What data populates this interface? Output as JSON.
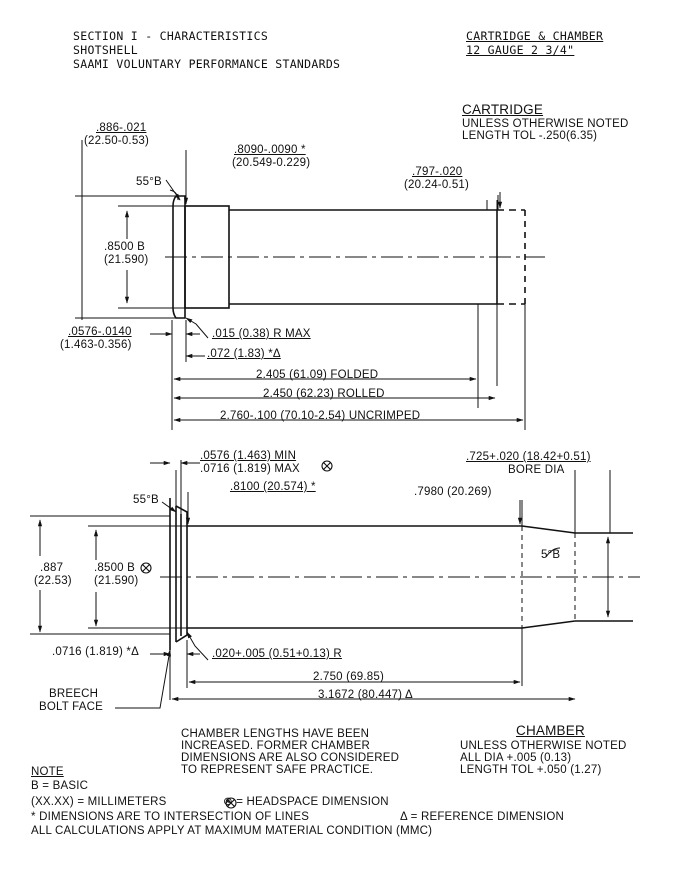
{
  "header": {
    "line1": "SECTION I - CHARACTERISTICS",
    "line2": "SHOTSHELL",
    "line3": "SAAMI VOLUNTARY PERFORMANCE STANDARDS",
    "right_line1": "CARTRIDGE & CHAMBER",
    "right_line2": "12 GAUGE 2 3/4\""
  },
  "cartridge": {
    "title": "CARTRIDGE",
    "note1": "UNLESS OTHERWISE NOTED",
    "note2": "LENGTH TOL -.250(6.35)",
    "rim_dia_a": ".886-.021",
    "rim_dia_b": "(22.50-0.53)",
    "angle": "55°B",
    "head_dia_a": ".8090-.0090 *",
    "head_dia_b": "(20.549-0.229)",
    "mouth_dia_a": ".797-.020",
    "mouth_dia_b": "(20.24-0.51)",
    "body_dia_a": ".8500 B",
    "body_dia_b": "(21.590)",
    "rim_thick_a": ".0576-.0140",
    "rim_thick_b": "(1.463-0.356)",
    "radius": ".015 (0.38) R MAX",
    "ref_len": ".072 (1.83) *Δ",
    "len_folded": "2.405 (61.09) FOLDED",
    "len_rolled": "2.450 (62.23) ROLLED",
    "len_uncrimped": "2.760-.100 (70.10-2.54) UNCRIMPED"
  },
  "chamber": {
    "title": "CHAMBER",
    "note1": "UNLESS OTHERWISE NOTED",
    "note2": "ALL DIA +.005 (0.13)",
    "note3": "LENGTH TOL +.050 (1.27)",
    "headspace_min": ".0576 (1.463) MIN",
    "headspace_max": ".0716 (1.819) MAX",
    "head_dia": ".8100 (20.574) *",
    "bore_a": ".725+.020 (18.42+0.51)",
    "bore_b": "BORE DIA",
    "angle": "55°B",
    "mouth_dia": ".7980 (20.269)",
    "forcing_angle": "5°B",
    "rim_dia_a": ".887",
    "rim_dia_b": "(22.53)",
    "body_dia_a": ".8500 B",
    "body_dia_b": "(21.590)",
    "rim_depth": ".0716 (1.819) *Δ",
    "radius": ".020+.005 (0.51+0.13) R",
    "len_chamber": "2.750 (69.85)",
    "len_total": "3.1672 (80.447) Δ",
    "breech1": "BREECH",
    "breech2": "BOLT FACE"
  },
  "remarks": {
    "line1": "CHAMBER LENGTHS HAVE BEEN",
    "line2": "INCREASED. FORMER CHAMBER",
    "line3": "DIMENSIONS ARE ALSO CONSIDERED",
    "line4": "TO REPRESENT SAFE PRACTICE."
  },
  "notes": {
    "title": "NOTE",
    "n1": "B = BASIC",
    "n2": "(XX.XX) = MILLIMETERS",
    "n3": "⊗ = HEADSPACE DIMENSION",
    "n4": "* DIMENSIONS ARE TO INTERSECTION OF LINES",
    "n5": "Δ = REFERENCE DIMENSION",
    "n6": "ALL CALCULATIONS APPLY AT MAXIMUM MATERIAL CONDITION (MMC)"
  }
}
